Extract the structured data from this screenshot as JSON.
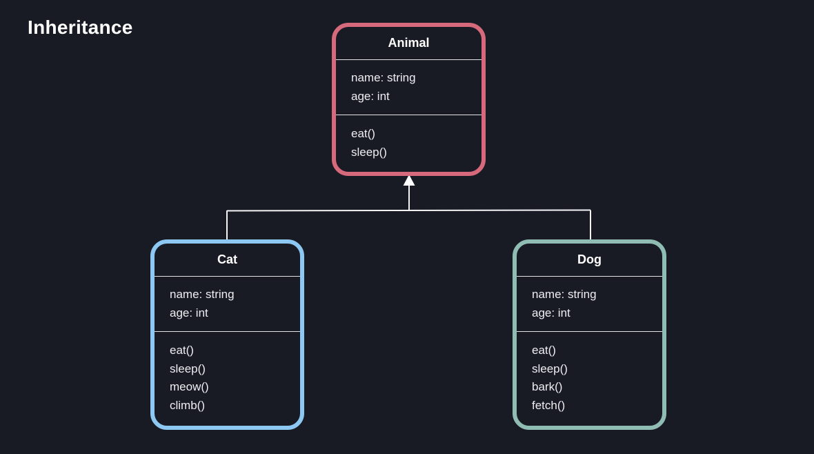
{
  "page": {
    "title": "Inheritance"
  },
  "diagram": {
    "type": "uml-class-inheritance",
    "background_color": "#191b24",
    "connector_color": "#f5f5f7",
    "classes": [
      {
        "name": "Animal",
        "attributes": [
          "name: string",
          "age: int"
        ],
        "methods": [
          "eat()",
          "sleep()"
        ],
        "border_color": "#d66a7c"
      },
      {
        "name": "Cat",
        "attributes": [
          "name: string",
          "age: int"
        ],
        "methods": [
          "eat()",
          "sleep()",
          "meow()",
          "climb()"
        ],
        "border_color": "#8dc8f2"
      },
      {
        "name": "Dog",
        "attributes": [
          "name: string",
          "age: int"
        ],
        "methods": [
          "eat()",
          "sleep()",
          "bark()",
          "fetch()"
        ],
        "border_color": "#8fbcb3"
      }
    ],
    "relationship": {
      "kind": "inheritance-arrow",
      "parent": "Animal",
      "children": [
        "Cat",
        "Dog"
      ]
    }
  }
}
